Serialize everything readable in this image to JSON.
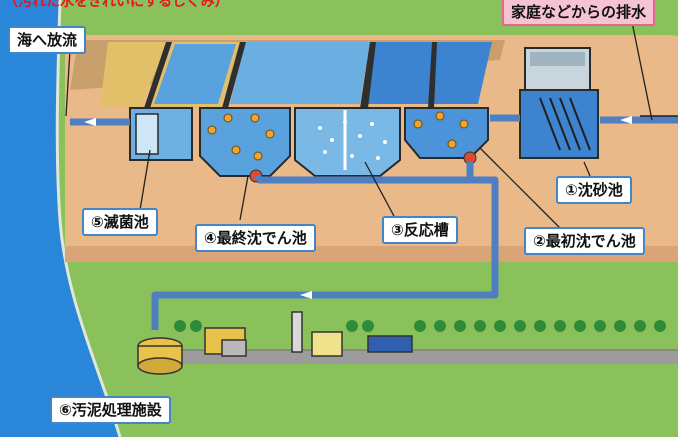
{
  "header_text": "（汚れた水をきれいにするしくみ）",
  "labels": {
    "sea": "海へ放流",
    "household": "家庭などからの排水",
    "sand_basin": "①沈砂池",
    "primary": "②最初沈でん池",
    "reaction": "③反応槽",
    "final": "④最終沈でん池",
    "disinfect": "⑤滅菌池",
    "sludge": "⑥汚泥処理施設"
  },
  "colors": {
    "sea": "#2a86d8",
    "grass": "#8bc15b",
    "ground": "#e9b989",
    "water": "#4e93d8",
    "pipe": "#4e7fc3",
    "label_border": "#3f87c8",
    "label_pink": "#f6c3d2"
  }
}
